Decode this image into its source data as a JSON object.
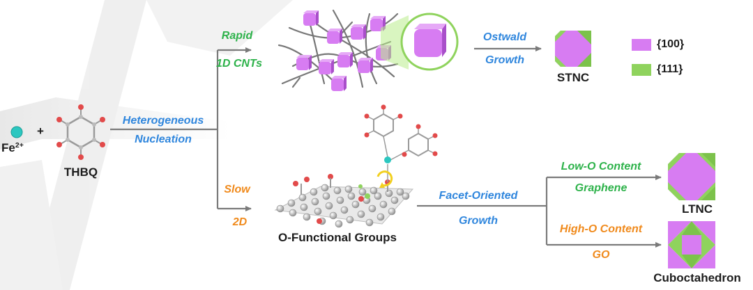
{
  "reactants": {
    "fe": "Fe",
    "fe_charge": "2+",
    "plus": "+",
    "thbq": "THBQ"
  },
  "nucleation": {
    "line1": "Heterogeneous",
    "line2": "Nucleation"
  },
  "upper": {
    "line1": "Rapid",
    "line2": "1D CNTs"
  },
  "lower": {
    "line1": "Slow",
    "line2": "2D"
  },
  "ostwald": {
    "line1": "Ostwald",
    "line2": "Growth"
  },
  "stnc": "STNC",
  "legend": {
    "facet100": "{100}",
    "facet111": "{111}"
  },
  "facet": {
    "line1": "Facet-Oriented",
    "line2": "Growth"
  },
  "ofg": "O-Functional Groups",
  "lowo": {
    "line1": "Low-O Content",
    "line2": "Graphene"
  },
  "higho": {
    "line1": "High-O Content",
    "line2": "GO"
  },
  "ltnc": "LTNC",
  "cubo": "Cuboctahedron",
  "colors": {
    "facet100": "#d77cf2",
    "facet111": "#8fd35d",
    "blue": "#2f86dd",
    "green": "#2db24a",
    "orange": "#f08a1c"
  }
}
